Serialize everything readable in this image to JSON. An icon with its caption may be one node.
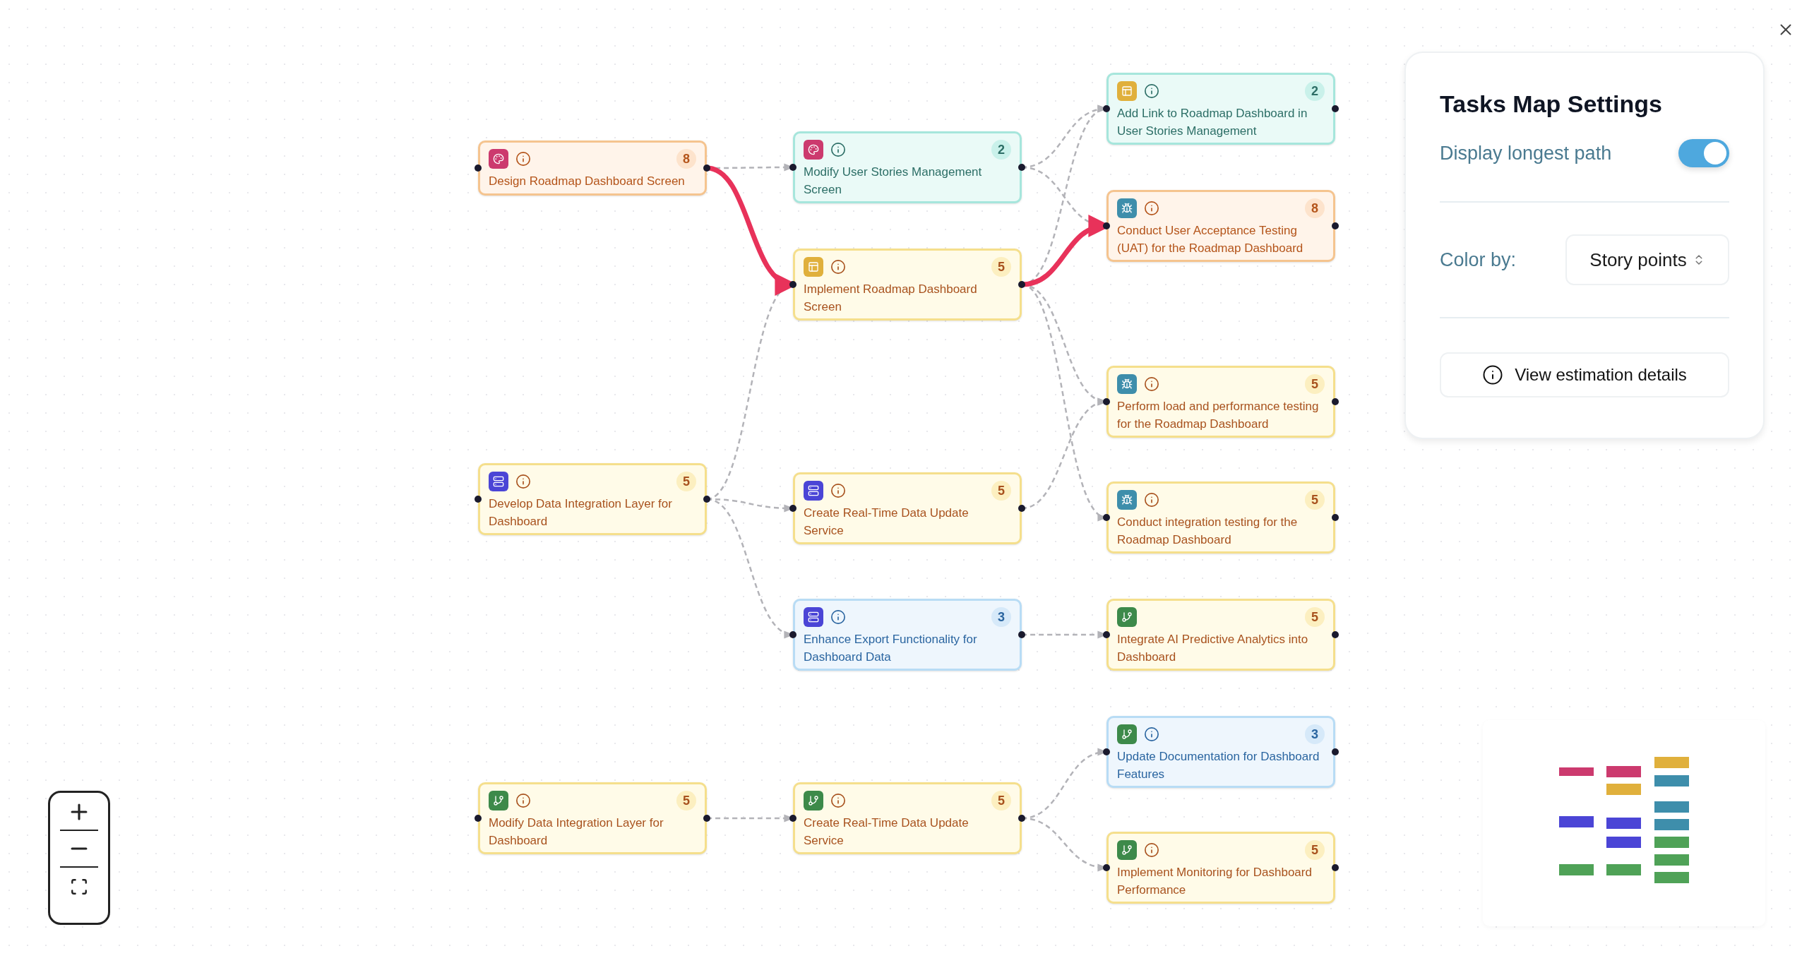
{
  "diagram": {
    "nodes": [
      {
        "text": [
          "8",
          "Design Roadmap Dashboard Screen"
        ]
      },
      {
        "text": [
          "2",
          "Modify User Stories Management Screen"
        ]
      },
      {
        "text": [
          "5",
          "Implement Roadmap Dashboard Screen"
        ]
      },
      {
        "text": [
          "2",
          "Add Link to Roadmap Dashboard in User Stories Management"
        ]
      },
      {
        "text": [
          "8",
          "Conduct User Acceptance Testing (UAT) for the Roadmap Dashboard"
        ]
      },
      {
        "text": [
          "5",
          "Perform load and performance testing for the Roadmap Dashboard"
        ]
      },
      {
        "text": [
          "5",
          "Conduct integration testing for the Roadmap Dashboard"
        ]
      },
      {
        "text": [
          "5",
          "Develop Data Integration Layer for Dashboard"
        ]
      },
      {
        "text": [
          "5",
          "Create Real-Time Data Update Service"
        ]
      },
      {
        "text": [
          "3",
          "Enhance Export Functionality for Dashboard Data"
        ]
      },
      {
        "text": [
          "5",
          "Integrate AI Predictive Analytics into Dashboard"
        ]
      },
      {
        "text": [
          "3",
          "Update Documentation for Dashboard Features"
        ]
      },
      {
        "text": [
          "5",
          "Modify Data Integration Layer for Dashboard"
        ]
      },
      {
        "text": [
          "5",
          "Create Real-Time Data Update Service"
        ]
      },
      {
        "text": [
          "5",
          "Implement Monitoring for Dashboard Performance"
        ]
      }
    ],
    "edges": [
      {
        "from": 0,
        "to": 1,
        "arrow": "to",
        "style": "dashed"
      },
      {
        "from": 0,
        "to": 2,
        "arrow": "to",
        "style": "thick",
        "color": "#e8325a"
      },
      {
        "from": 1,
        "to": 3,
        "arrow": "to",
        "style": "dashed"
      },
      {
        "from": 1,
        "to": 4,
        "arrow": "to",
        "style": "dashed"
      },
      {
        "from": 2,
        "to": 3,
        "arrow": "to",
        "style": "dashed"
      },
      {
        "from": 2,
        "to": 4,
        "arrow": "to",
        "style": "thick",
        "color": "#e8325a"
      },
      {
        "from": 2,
        "to": 5,
        "arrow": "to",
        "style": "dashed"
      },
      {
        "from": 2,
        "to": 6,
        "arrow": "to",
        "style": "dashed"
      },
      {
        "from": 7,
        "to": 2,
        "arrow": "to",
        "style": "dashed"
      },
      {
        "from": 7,
        "to": 8,
        "arrow": "to",
        "style": "dashed"
      },
      {
        "from": 7,
        "to": 9,
        "arrow": "to",
        "style": "dashed"
      },
      {
        "from": 8,
        "to": 5,
        "arrow": "to",
        "style": "dashed"
      },
      {
        "from": 9,
        "to": 10,
        "arrow": "to",
        "style": "dashed"
      },
      {
        "from": 12,
        "to": 13,
        "arrow": "to",
        "style": "dashed"
      },
      {
        "from": 13,
        "to": 11,
        "arrow": "to",
        "style": "dashed"
      },
      {
        "from": 13,
        "to": 14,
        "arrow": "to",
        "style": "dashed"
      }
    ],
    "labels": [
      "Tasks Map Settings",
      "Display longest path",
      "Color by:",
      "Story points",
      "View estimation details"
    ]
  }
}
